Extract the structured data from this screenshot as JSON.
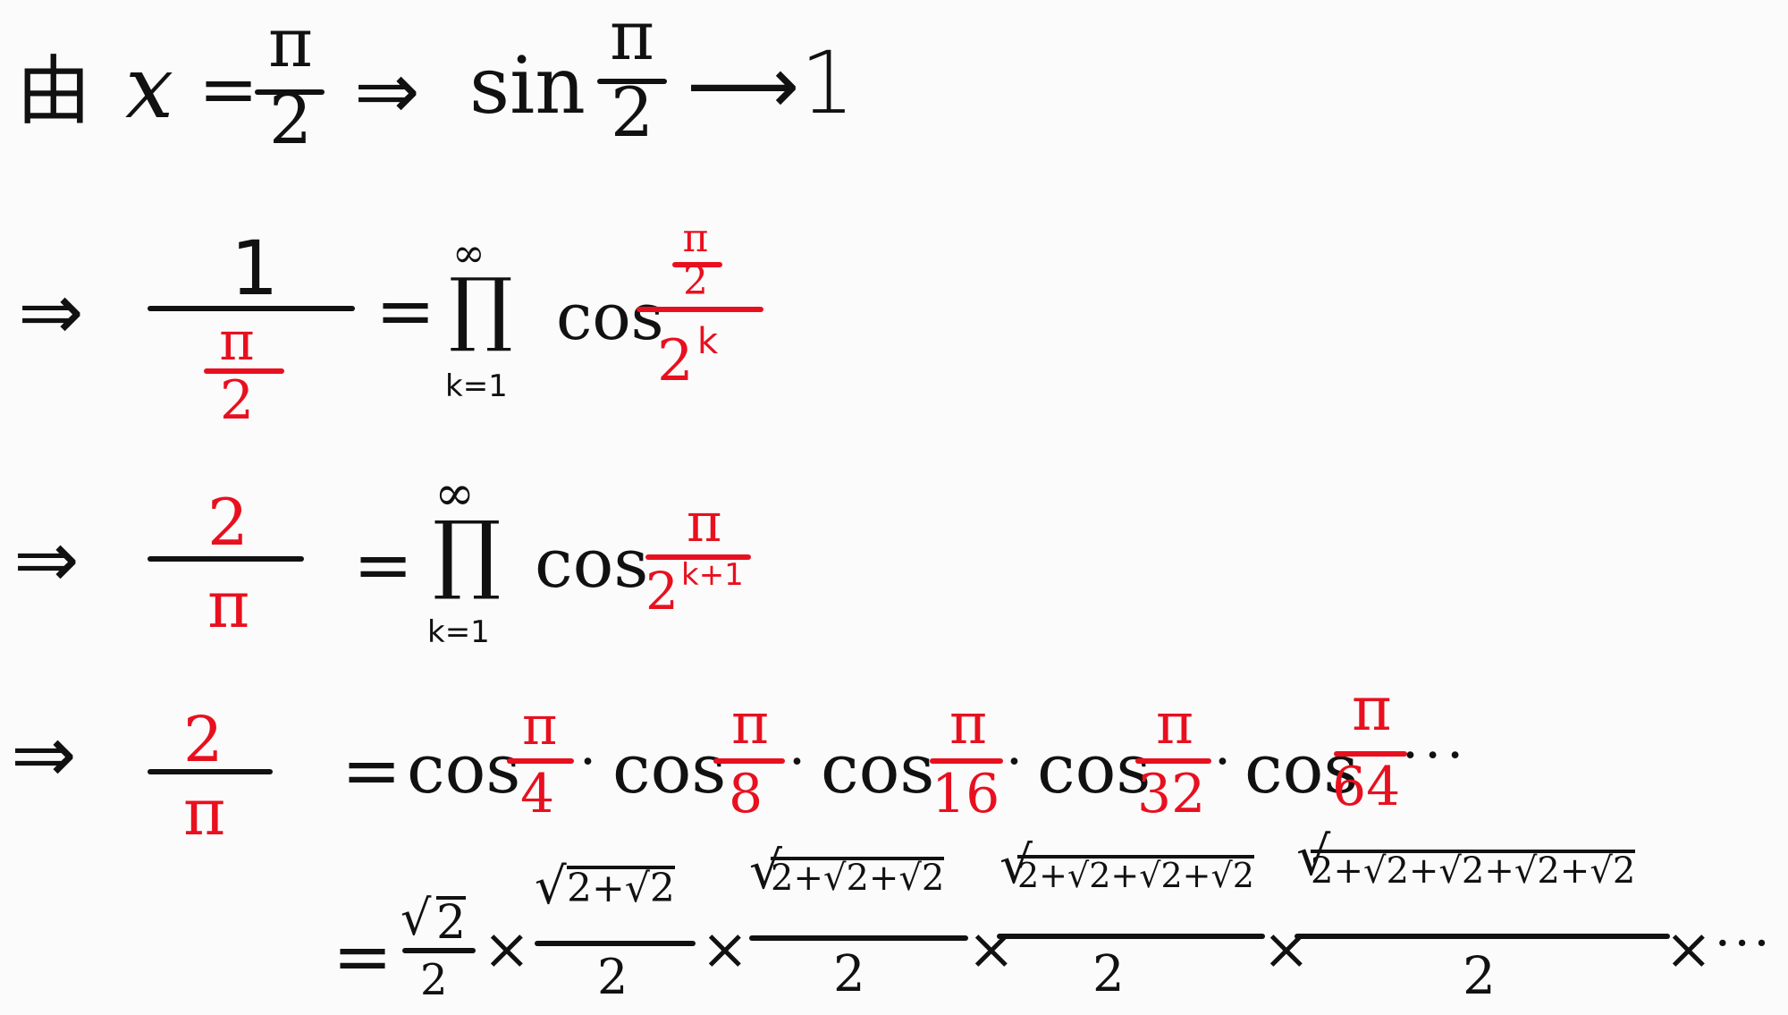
{
  "colors": {
    "ink": "#111111",
    "accent": "#e8101f",
    "background": "#fbfbfb"
  },
  "line1": {
    "you": "由",
    "x": "x",
    "eq": "=",
    "frac_num": "π",
    "frac_den": "2",
    "implies": "⇒",
    "sin": "sin",
    "sin_frac_num": "π",
    "sin_frac_den": "2",
    "arrow": "⟶",
    "one": "1"
  },
  "line2": {
    "implies": "⇒",
    "lhs_num": "1",
    "lhs_den_num": "π",
    "lhs_den_den": "2",
    "eq": "=",
    "prod": "∏",
    "prod_top": "∞",
    "prod_bottom": "k=1",
    "cos": "cos",
    "arg_num_num": "π",
    "arg_num_den": "2",
    "arg_den": "2",
    "arg_den_exp": "k"
  },
  "line3": {
    "implies": "⇒",
    "lhs_num": "2",
    "lhs_den": "π",
    "eq": "=",
    "prod": "∏",
    "prod_top": "∞",
    "prod_bottom": "k=1",
    "cos": "cos",
    "arg_num": "π",
    "arg_den": "2",
    "arg_den_exp": "k+1"
  },
  "line4": {
    "implies": "⇒",
    "lhs_num": "2",
    "lhs_den": "π",
    "eq": "=",
    "cos": "cos",
    "dot": "·",
    "terms": [
      {
        "num": "π",
        "den": "4"
      },
      {
        "num": "π",
        "den": "8"
      },
      {
        "num": "π",
        "den": "16"
      },
      {
        "num": "π",
        "den": "32"
      },
      {
        "num": "π",
        "den": "64"
      }
    ],
    "ellipsis": "···"
  },
  "line5": {
    "eq": "=",
    "times": "×",
    "terms": [
      {
        "radicand": "2",
        "den": "2"
      },
      {
        "radicand": "2+√2",
        "den": "2"
      },
      {
        "radicand": "2+√2+√2",
        "den": "2"
      },
      {
        "radicand": "2+√2+√2+√2",
        "den": "2"
      },
      {
        "radicand": "2+√2+√2+√2+√2",
        "den": "2"
      }
    ],
    "ellipsis": "···"
  }
}
